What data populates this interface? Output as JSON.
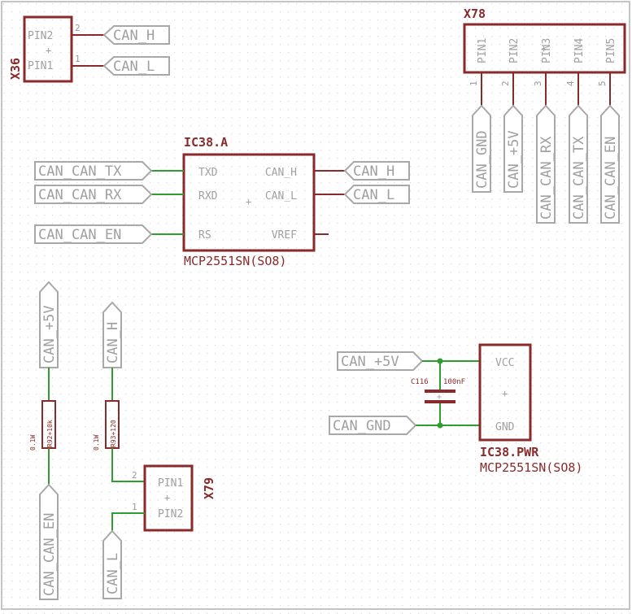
{
  "x36": {
    "ref": "X36",
    "pins": [
      "PIN2",
      "PIN1"
    ],
    "pin_numbers": [
      "2",
      "1"
    ],
    "nets": [
      "CAN_H",
      "CAN_L"
    ]
  },
  "x78": {
    "ref": "X78",
    "pins": [
      "PIN1",
      "PIN2",
      "PIN3",
      "PIN4",
      "PIN5"
    ],
    "pin_numbers": [
      "1",
      "2",
      "3",
      "4",
      "5"
    ],
    "nets": [
      "CAN_GND",
      "CAN_+5V",
      "CAN_CAN_RX",
      "CAN_CAN_TX",
      "CAN_CAN_EN"
    ]
  },
  "ic38a": {
    "ref": "IC38.A",
    "value": "MCP2551SN(SO8)",
    "left_pins": [
      "TXD",
      "RXD",
      "RS"
    ],
    "right_pins": [
      "CAN_H",
      "CAN_L",
      "VREF"
    ],
    "left_nets": [
      "CAN_CAN_TX",
      "CAN_CAN_RX",
      "CAN_CAN_EN"
    ],
    "right_nets": [
      "CAN_H",
      "CAN_L"
    ]
  },
  "r92": {
    "label": "R92+10k",
    "rating": "0.1W",
    "net_top": "CAN_+5V",
    "net_bottom": "CAN_CAN_EN"
  },
  "r93": {
    "label": "R93+120",
    "rating": "0.1W",
    "net_top": "CAN_H"
  },
  "x79": {
    "ref": "X79",
    "pins": [
      "PIN1",
      "PIN2"
    ],
    "pin_numbers": [
      "2",
      "1"
    ],
    "net_bottom": "CAN_L"
  },
  "pwr": {
    "ref": "IC38.PWR",
    "value": "MCP2551SN(SO8)",
    "pins": [
      "VCC",
      "GND"
    ],
    "nets": [
      "CAN_+5V",
      "CAN_GND"
    ],
    "cap_ref": "C116",
    "cap_value": "100nF"
  },
  "colors": {
    "part": "#8a2a2a",
    "wire": "#2e9e2e",
    "net_label": "#a8a8a8",
    "grid_dot": "#d6d6d6"
  }
}
